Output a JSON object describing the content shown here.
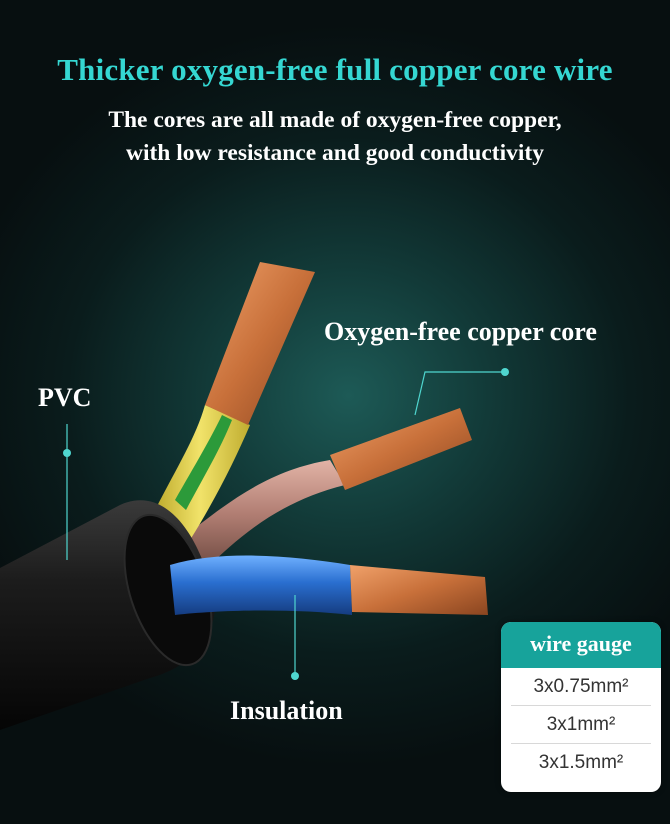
{
  "title": "Thicker oxygen-free full copper core wire",
  "subtitle": [
    "The cores are all made of oxygen-free copper,",
    "with low resistance and good conductivity"
  ],
  "callouts": {
    "core": "Oxygen-free copper core",
    "pvc": "PVC",
    "insulation": "Insulation"
  },
  "gauge": {
    "header": "wire gauge",
    "rows": [
      "3x0.75mm²",
      "3x1mm²",
      "3x1.5mm²"
    ]
  },
  "colors": {
    "title": "#35d7d2",
    "accent": "#17a39b",
    "copper": "#c8703a",
    "jacket": "#151515",
    "wire_blue": "#2a6fd0",
    "wire_brown": "#b07d72",
    "wire_yellow_green": "#e3d24a"
  }
}
